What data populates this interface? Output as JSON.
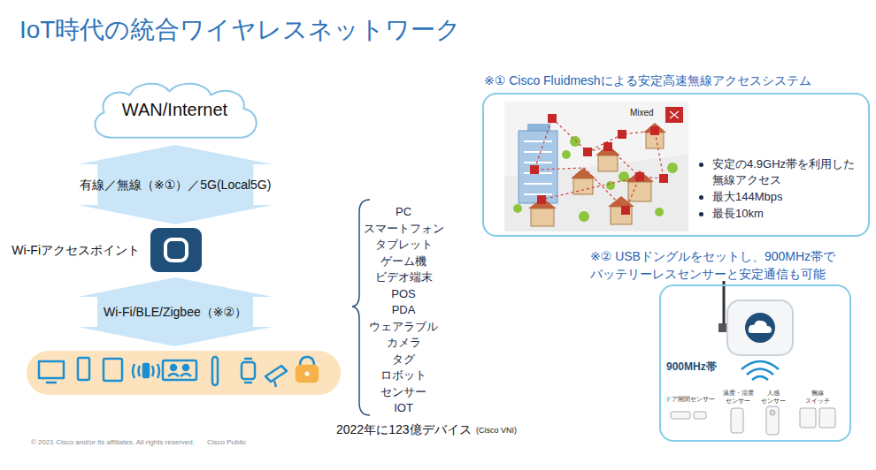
{
  "diagram": {
    "title": "IoT時代の統合ワイヤレスネットワーク",
    "nodes": [
      {
        "text": [
          "WAN/Internet"
        ]
      },
      {
        "text": [
          "Wi-Fiアクセスポイント"
        ]
      },
      {
        "text": [
          "※① Cisco Fluidmeshによる安定高速無線アクセスシステム",
          "安定の4.9GHz帯を利用した無線アクセス",
          "最大144Mbps",
          "最長10km"
        ]
      },
      {
        "text": [
          "※② USBドングルをセットし、900MHz帯で バッテリーレスセンサーと安定通信も可能",
          "900MHz帯"
        ]
      }
    ],
    "edges": [
      {
        "from": 0,
        "to": 1,
        "label": "有線／無線（※①）／5G(Local5G)",
        "arrow": "both"
      }
    ],
    "labels": [
      "Wi-Fi/BLE/Zigbee（※②）",
      "PC",
      "スマートフォン",
      "タブレット",
      "ゲーム機",
      "ビデオ端末",
      "POS",
      "PDA",
      "ウェアラブル",
      "カメラ",
      "タグ",
      "ロボット",
      "センサー",
      "IOT",
      "2022年に123億デバイス",
      "(Cisco VNI)",
      "Mixed",
      "ドア開閉センサー",
      "温度・湿度 センサー",
      "人感 センサー",
      "無線 スイッチ",
      "© 2021 Cisco and/or its affiliates. All rights reserved.",
      "Cisco Public"
    ]
  }
}
